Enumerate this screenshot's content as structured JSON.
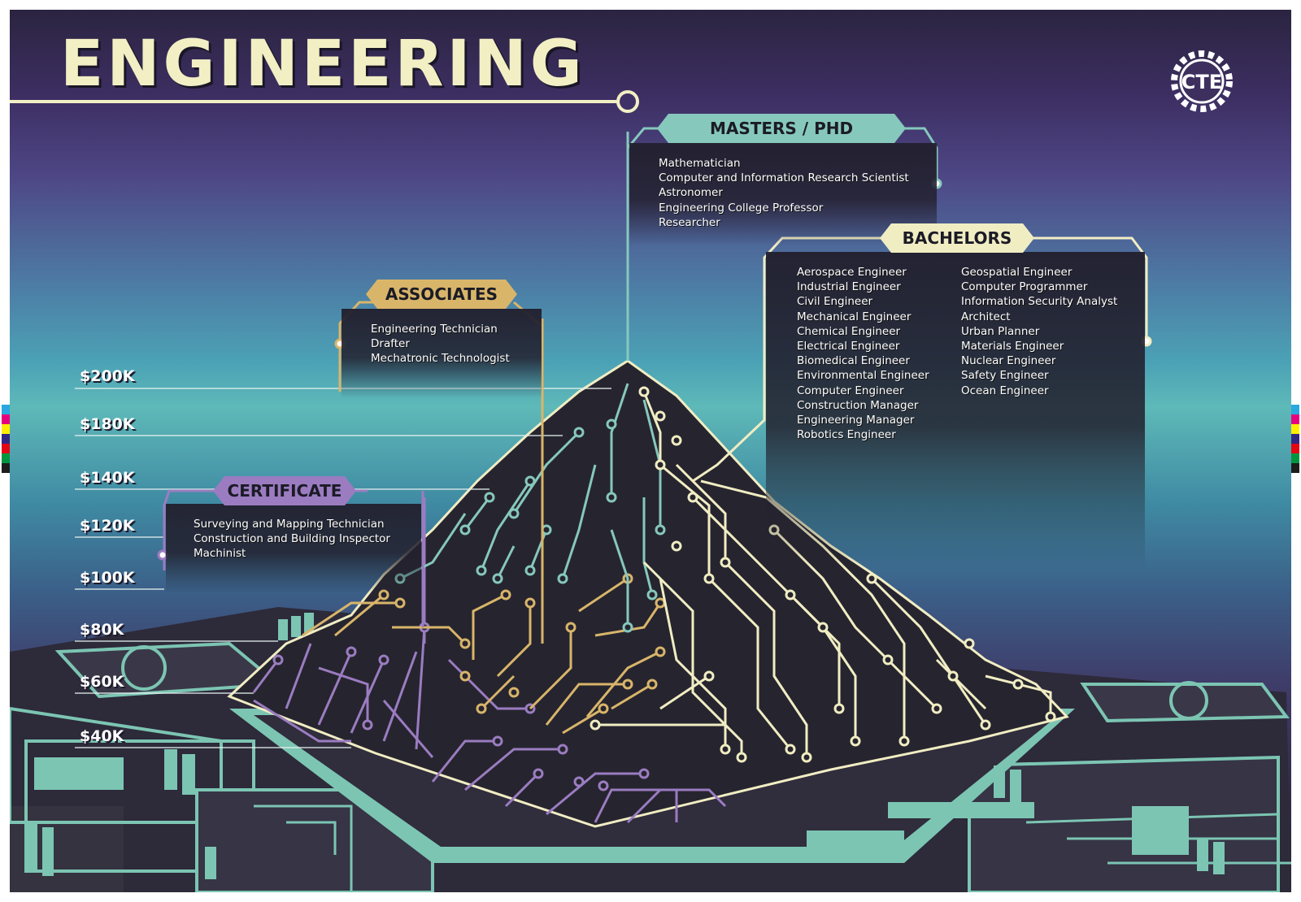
{
  "title": "ENGINEERING",
  "logo_text": "CTE",
  "salary_axis": [
    "$200K",
    "$180K",
    "$140K",
    "$120K",
    "$100K",
    "$80K",
    "$60K",
    "$40K"
  ],
  "tiers": {
    "certificate": {
      "label": "CERTIFICATE",
      "color": "#9b7cc1",
      "careers": [
        "Surveying and Mapping Technician",
        "Construction and Building Inspector",
        "Machinist"
      ]
    },
    "associates": {
      "label": "ASSOCIATES",
      "color": "#d9b56a",
      "careers": [
        "Engineering Technician",
        "Drafter",
        "Mechatronic Technologist"
      ]
    },
    "masters_phd": {
      "label": "MASTERS / PHD",
      "color": "#86c8bc",
      "careers": [
        "Mathematician",
        "Computer and Information Research Scientist",
        "Astronomer",
        "Engineering College Professor",
        "Researcher"
      ]
    },
    "bachelors": {
      "label": "BACHELORS",
      "color": "#f1edc3",
      "careers_col1": [
        "Aerospace Engineer",
        "Industrial Engineer",
        "Civil Engineer",
        "Mechanical Engineer",
        "Chemical Engineer",
        "Electrical Engineer",
        "Biomedical Engineer",
        "Environmental Engineer",
        "Computer Engineer",
        "Construction Manager",
        "Engineering Manager",
        "Robotics Engineer"
      ],
      "careers_col2": [
        "Geospatial Engineer",
        "Computer Programmer",
        "Information Security Analyst",
        "Architect",
        "Urban Planner",
        "Materials Engineer",
        "Nuclear Engineer",
        "Safety Engineer",
        "Ocean Engineer"
      ]
    }
  },
  "colors": {
    "mountain": "#26252f",
    "board": "#7cc5b3",
    "title": "#f2efc4"
  }
}
